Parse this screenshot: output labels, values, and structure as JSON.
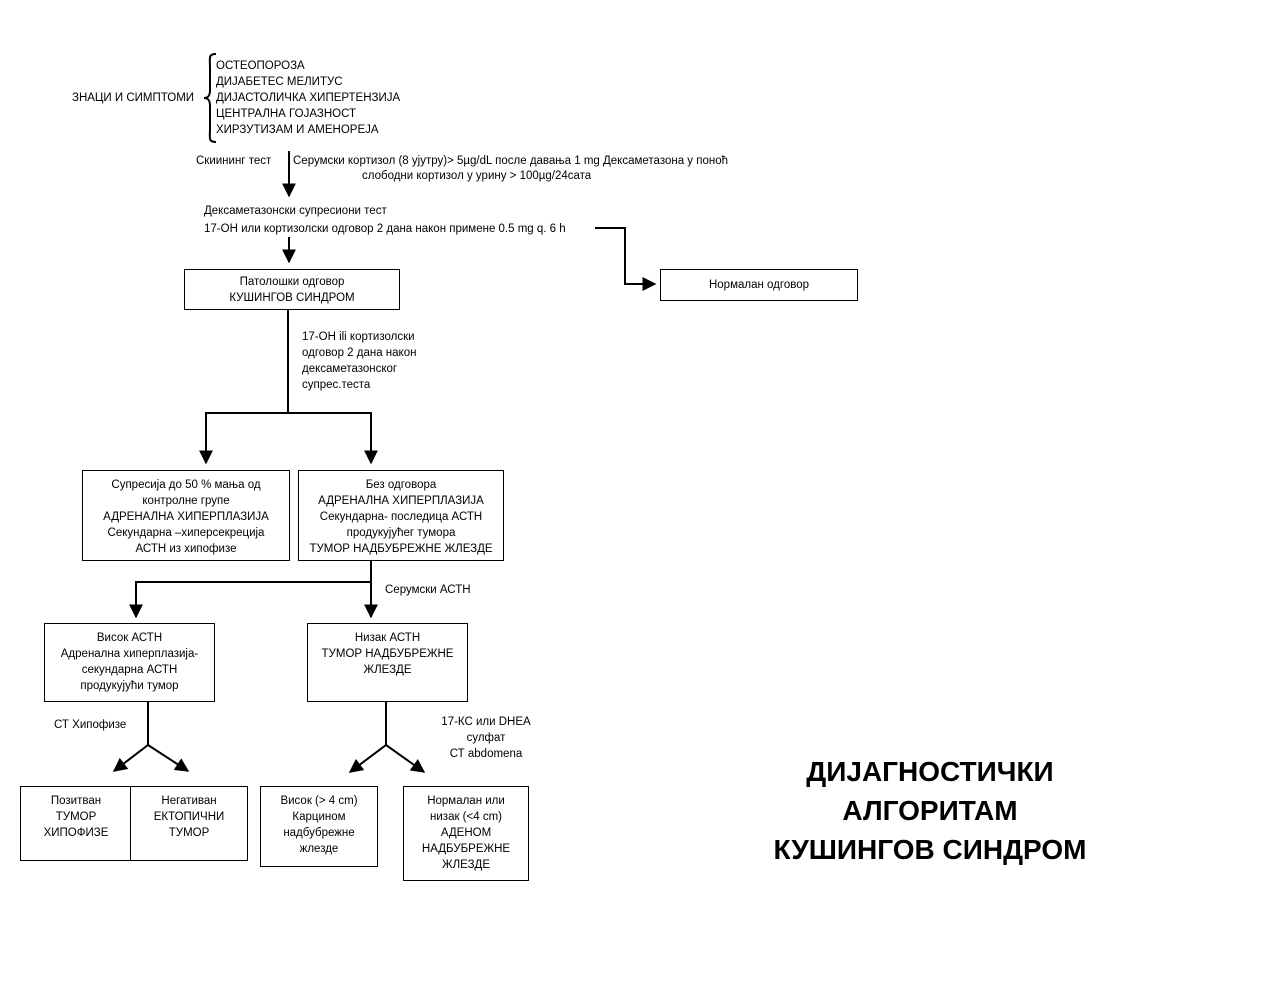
{
  "signs": {
    "label": "ЗНАЦИ И СИМПТОМИ",
    "items": [
      "ОСТЕОПОРОЗА",
      "ДИЈАБЕТЕС МЕЛИТУС",
      "ДИЈАСТОЛИЧКА ХИПЕРТЕНЗИЈА",
      "ЦЕНТРАЛНА ГОЈАЗНОСТ",
      "ХИРЗУТИЗАМ И АМЕНОРЕЈА"
    ]
  },
  "screening": {
    "label": "Скиининг тест",
    "line1": "Серумски кортизол (8 ујутру)> 5µg/dL после давања 1 mg Дексаметазона у поноћ",
    "line2": "слободни кортизол у урину > 100µg/24сата"
  },
  "dex_test": {
    "line1": "Дексаметазонски супресиони тест",
    "line2": "17-ОН или кортизолски одговор 2 дана након примене 0.5  mg q. 6 h"
  },
  "pathologic": {
    "line1": "Патолошки одговор",
    "line2": "КУШИНГОВ СИНДРОМ"
  },
  "normal": {
    "label": "Нормалан одговор"
  },
  "followup_note": [
    "17-ОН ili кортизолски",
    "одговор 2 дана након",
    "дексаметазонског",
    "супрес.теста"
  ],
  "suppression": [
    "Супресија до 50 % мања од",
    "контролне групе",
    "АДРЕНАЛНА ХИПЕРПЛАЗИЈА",
    "Секундарна –хиперсекреција",
    "АСТН из хипофизе"
  ],
  "no_response": [
    "Без одговора",
    "АДРЕНАЛНА ХИПЕРПЛАЗИЈА",
    "Секундарна- последица АСТН",
    "продукујућег тумора",
    "ТУМОР НАДБУБРЕЖНЕ ЖЛЕЗДЕ"
  ],
  "serum_acth": "Серумски АСТН",
  "high_acth": [
    "Висок АСТН",
    "Адренална хиперплазија-",
    "секундарна АСТН",
    "продукујући тумор"
  ],
  "low_acth": [
    "Низак АСТН",
    "ТУМОР НАДБУБРЕЖНЕ",
    "ЖЛЕЗДЕ"
  ],
  "ct_pituitary": "СТ Хипофизе",
  "ks_note": [
    "17-КС или DHEA",
    "сулфат",
    "СТ abdomena"
  ],
  "positive": [
    "Позитван",
    "ТУМОР",
    "ХИПОФИЗЕ"
  ],
  "negative": [
    "Негативан",
    "ЕКТОПИЧНИ",
    "ТУМОР"
  ],
  "high_4cm": [
    "Висок (> 4 cm)",
    "Карцином",
    "надбубрежне",
    "жлезде"
  ],
  "normal_low": [
    "Нормалан или",
    "низак (<4 cm)",
    "АДЕНОМ",
    "НАДБУБРЕЖНЕ",
    "ЖЛЕЗДЕ"
  ],
  "title": [
    "ДИЈАГНОСТИЧКИ",
    "АЛГОРИТАМ",
    "КУШИНГОВ СИНДРОМ"
  ]
}
